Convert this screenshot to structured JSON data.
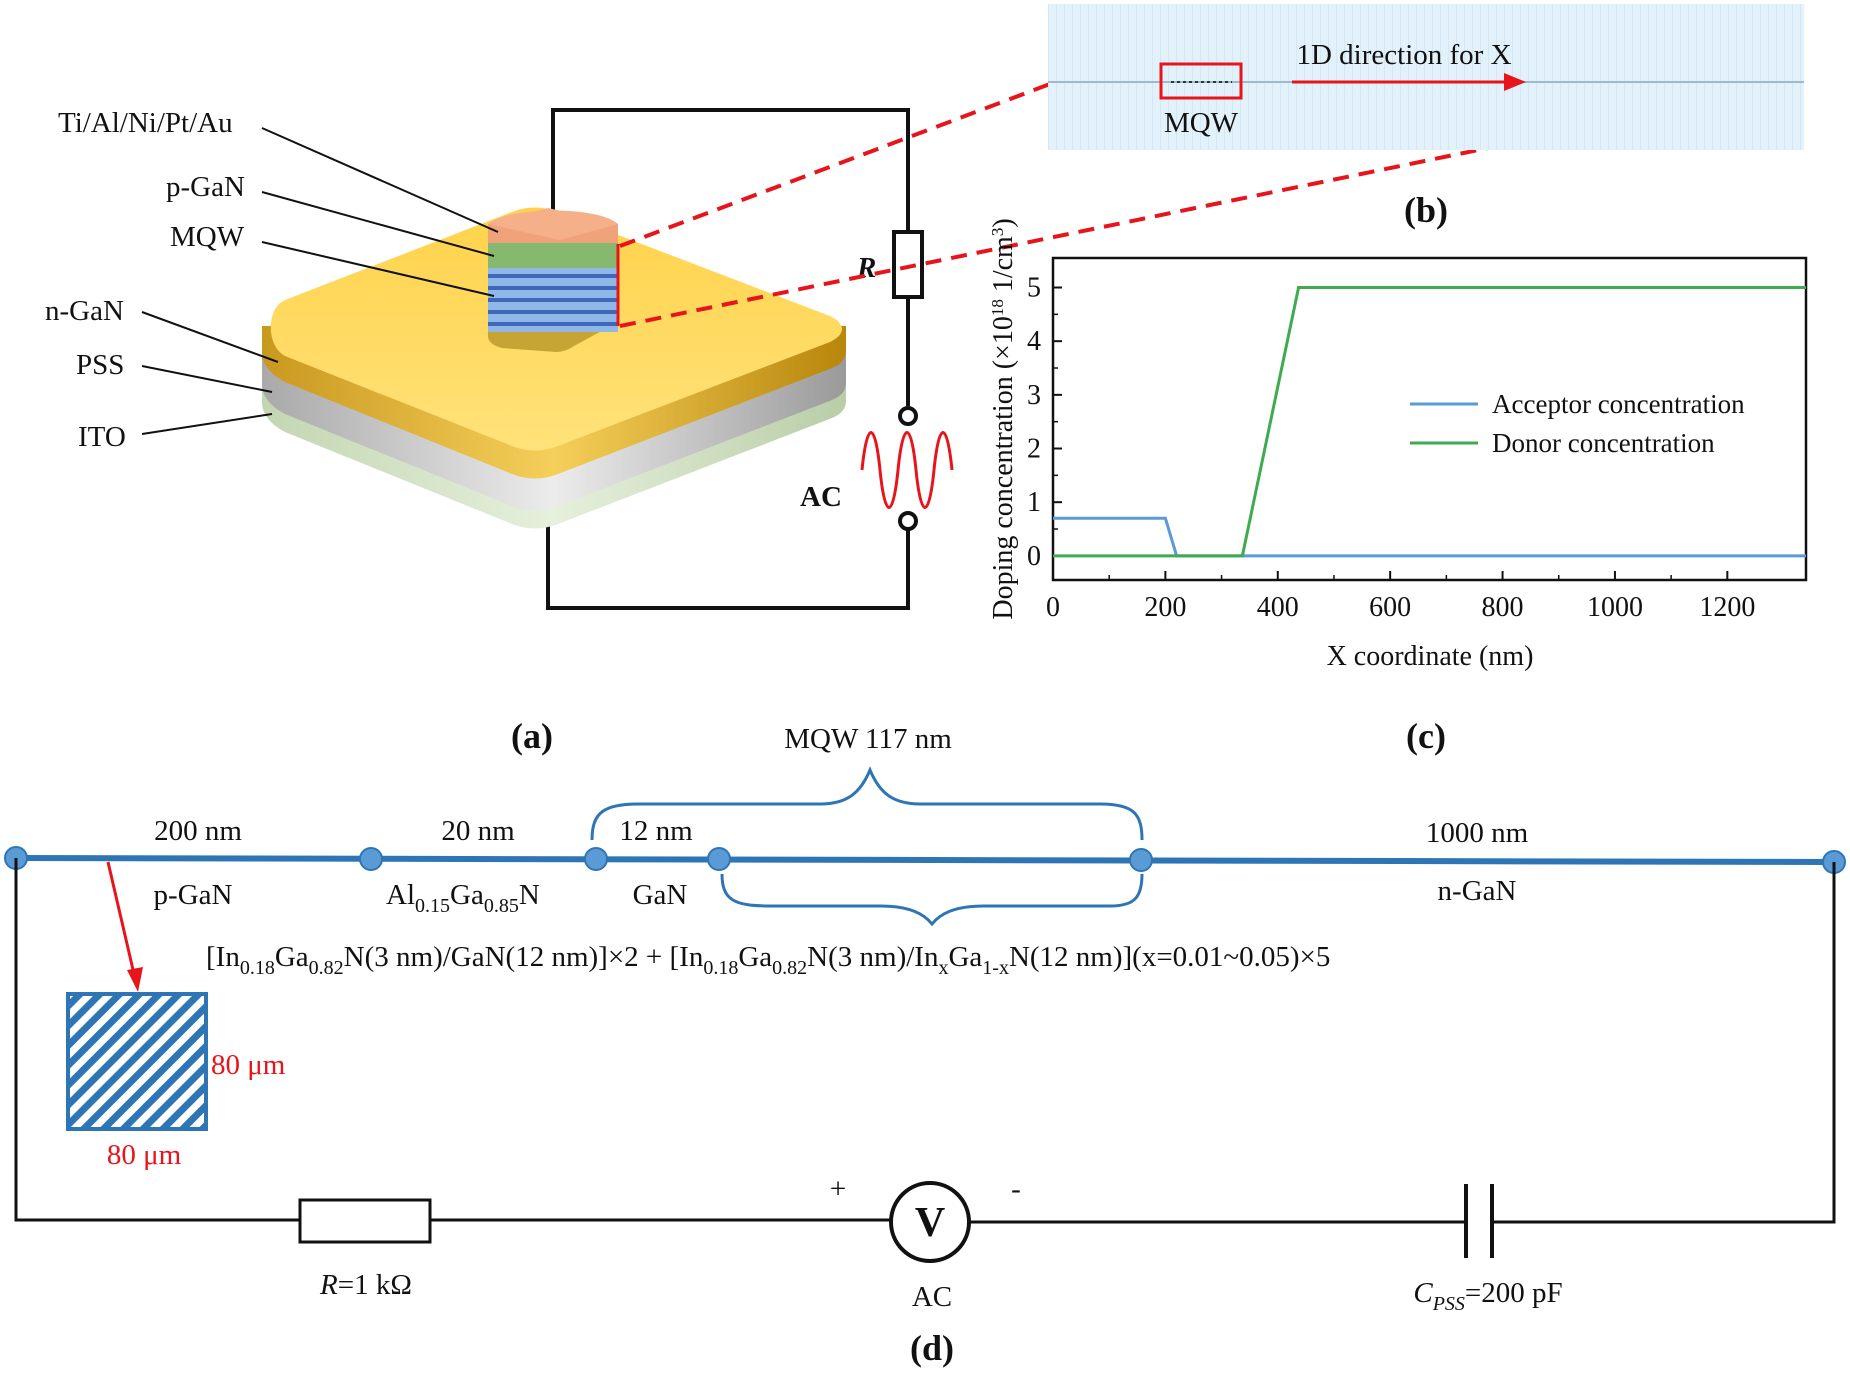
{
  "panels": {
    "a": "(a)",
    "b": "(b)",
    "c": "(c)",
    "d": "(d)"
  },
  "panel_a": {
    "layers": [
      "Ti/Al/Ni/Pt/Au",
      "p-GaN",
      "MQW",
      "n-GaN",
      "PSS",
      "ITO"
    ],
    "resistor": "R",
    "source": "AC",
    "colors": {
      "contact": "#f4a77e",
      "pgan": "#86b86f",
      "mqw": "#3f67b8",
      "ngan": "#ffd966",
      "pss": "#c8c8c8",
      "ito": "#d7e8c8"
    }
  },
  "panel_b": {
    "direction": "1D direction for X",
    "region": "MQW"
  },
  "chart_data": {
    "type": "line",
    "xlabel": "X coordinate (nm)",
    "ylabel_pre": "Doping concentration (×10",
    "ylabel_exp": "18",
    "ylabel_mid": " 1/cm",
    "ylabel_exp2": "3",
    "ylabel_post": ")",
    "xlim": [
      0,
      1340
    ],
    "ylim": [
      -0.45,
      5.55
    ],
    "xticks": [
      0,
      200,
      400,
      600,
      800,
      1000,
      1200
    ],
    "yticks": [
      0,
      1,
      2,
      3,
      4,
      5
    ],
    "legend_position": "right",
    "series": [
      {
        "name": "Acceptor concentration",
        "color": "#5b9bd5",
        "x": [
          0,
          200,
          220,
          1340
        ],
        "y": [
          0.7,
          0.7,
          0,
          0
        ]
      },
      {
        "name": "Donor concentration",
        "color": "#3faa4f",
        "x": [
          0,
          337,
          437,
          1340
        ],
        "y": [
          0,
          0,
          5,
          5
        ]
      }
    ]
  },
  "panel_d": {
    "mqw_label": "MQW 117 nm",
    "segments": [
      {
        "thickness": "200 nm",
        "material": "p-GaN"
      },
      {
        "thickness": "20 nm",
        "material_pre": "Al",
        "sub1": "0.15",
        "mid": "Ga",
        "sub2": "0.85",
        "post": "N"
      },
      {
        "thickness": "12 nm",
        "material": "GaN"
      },
      {
        "thickness": "1000 nm",
        "material": "n-GaN"
      }
    ],
    "formula": {
      "p1": "[In",
      "s1": "0.18",
      "p2": "Ga",
      "s2": "0.82",
      "p3": "N(3 nm)/GaN(12 nm)]×2 + [In",
      "s3": "0.18",
      "p4": "Ga",
      "s4": "0.82",
      "p5": "N(3 nm)/In",
      "s5": "x",
      "p6": "Ga",
      "s6": "1-x",
      "p7": "N(12 nm)](x=0.01~0.05)×5"
    },
    "pad_width": "80 μm",
    "pad_height": "80 μm",
    "plus": "+",
    "minus": "-",
    "meter": "V",
    "source": "AC",
    "resistor": {
      "var": "R",
      "value": "=1 kΩ"
    },
    "capacitor": {
      "var": "C",
      "sub": "PSS",
      "value": "=200 pF"
    },
    "line_color": "#2e75b6"
  }
}
